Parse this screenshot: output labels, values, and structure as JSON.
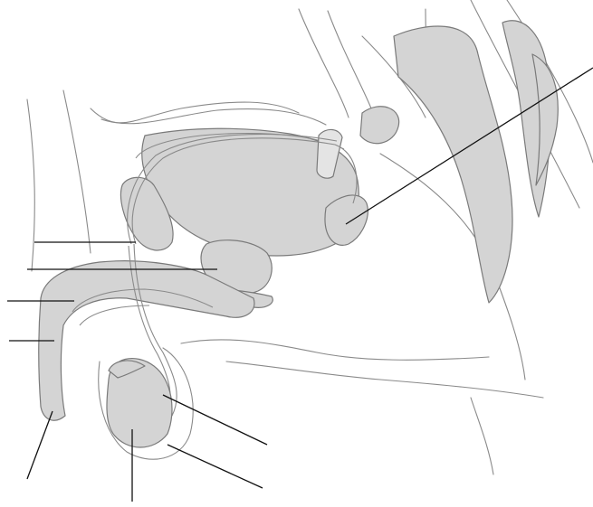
{
  "figure": {
    "kind": "anatomical-illustration",
    "subject": "sagittal-section-male-pelvis",
    "label_text": [],
    "colors": {
      "organ_fill": "#d4d4d4",
      "outline": "#8a8a8a",
      "leader_line": "#111111",
      "background": "#ffffff"
    },
    "leader_lines": [
      {
        "id": "pointer-seminal-vesicle",
        "side": "right"
      },
      {
        "id": "pointer-vas-deferens",
        "side": "left"
      },
      {
        "id": "pointer-prostate",
        "side": "left"
      },
      {
        "id": "pointer-urethra",
        "side": "left"
      },
      {
        "id": "pointer-penis-shaft",
        "side": "left"
      },
      {
        "id": "pointer-glans",
        "side": "bottom-left"
      },
      {
        "id": "pointer-testis",
        "side": "bottom"
      },
      {
        "id": "pointer-epididymis",
        "side": "bottom-right"
      },
      {
        "id": "pointer-scrotum",
        "side": "bottom-right"
      }
    ]
  }
}
